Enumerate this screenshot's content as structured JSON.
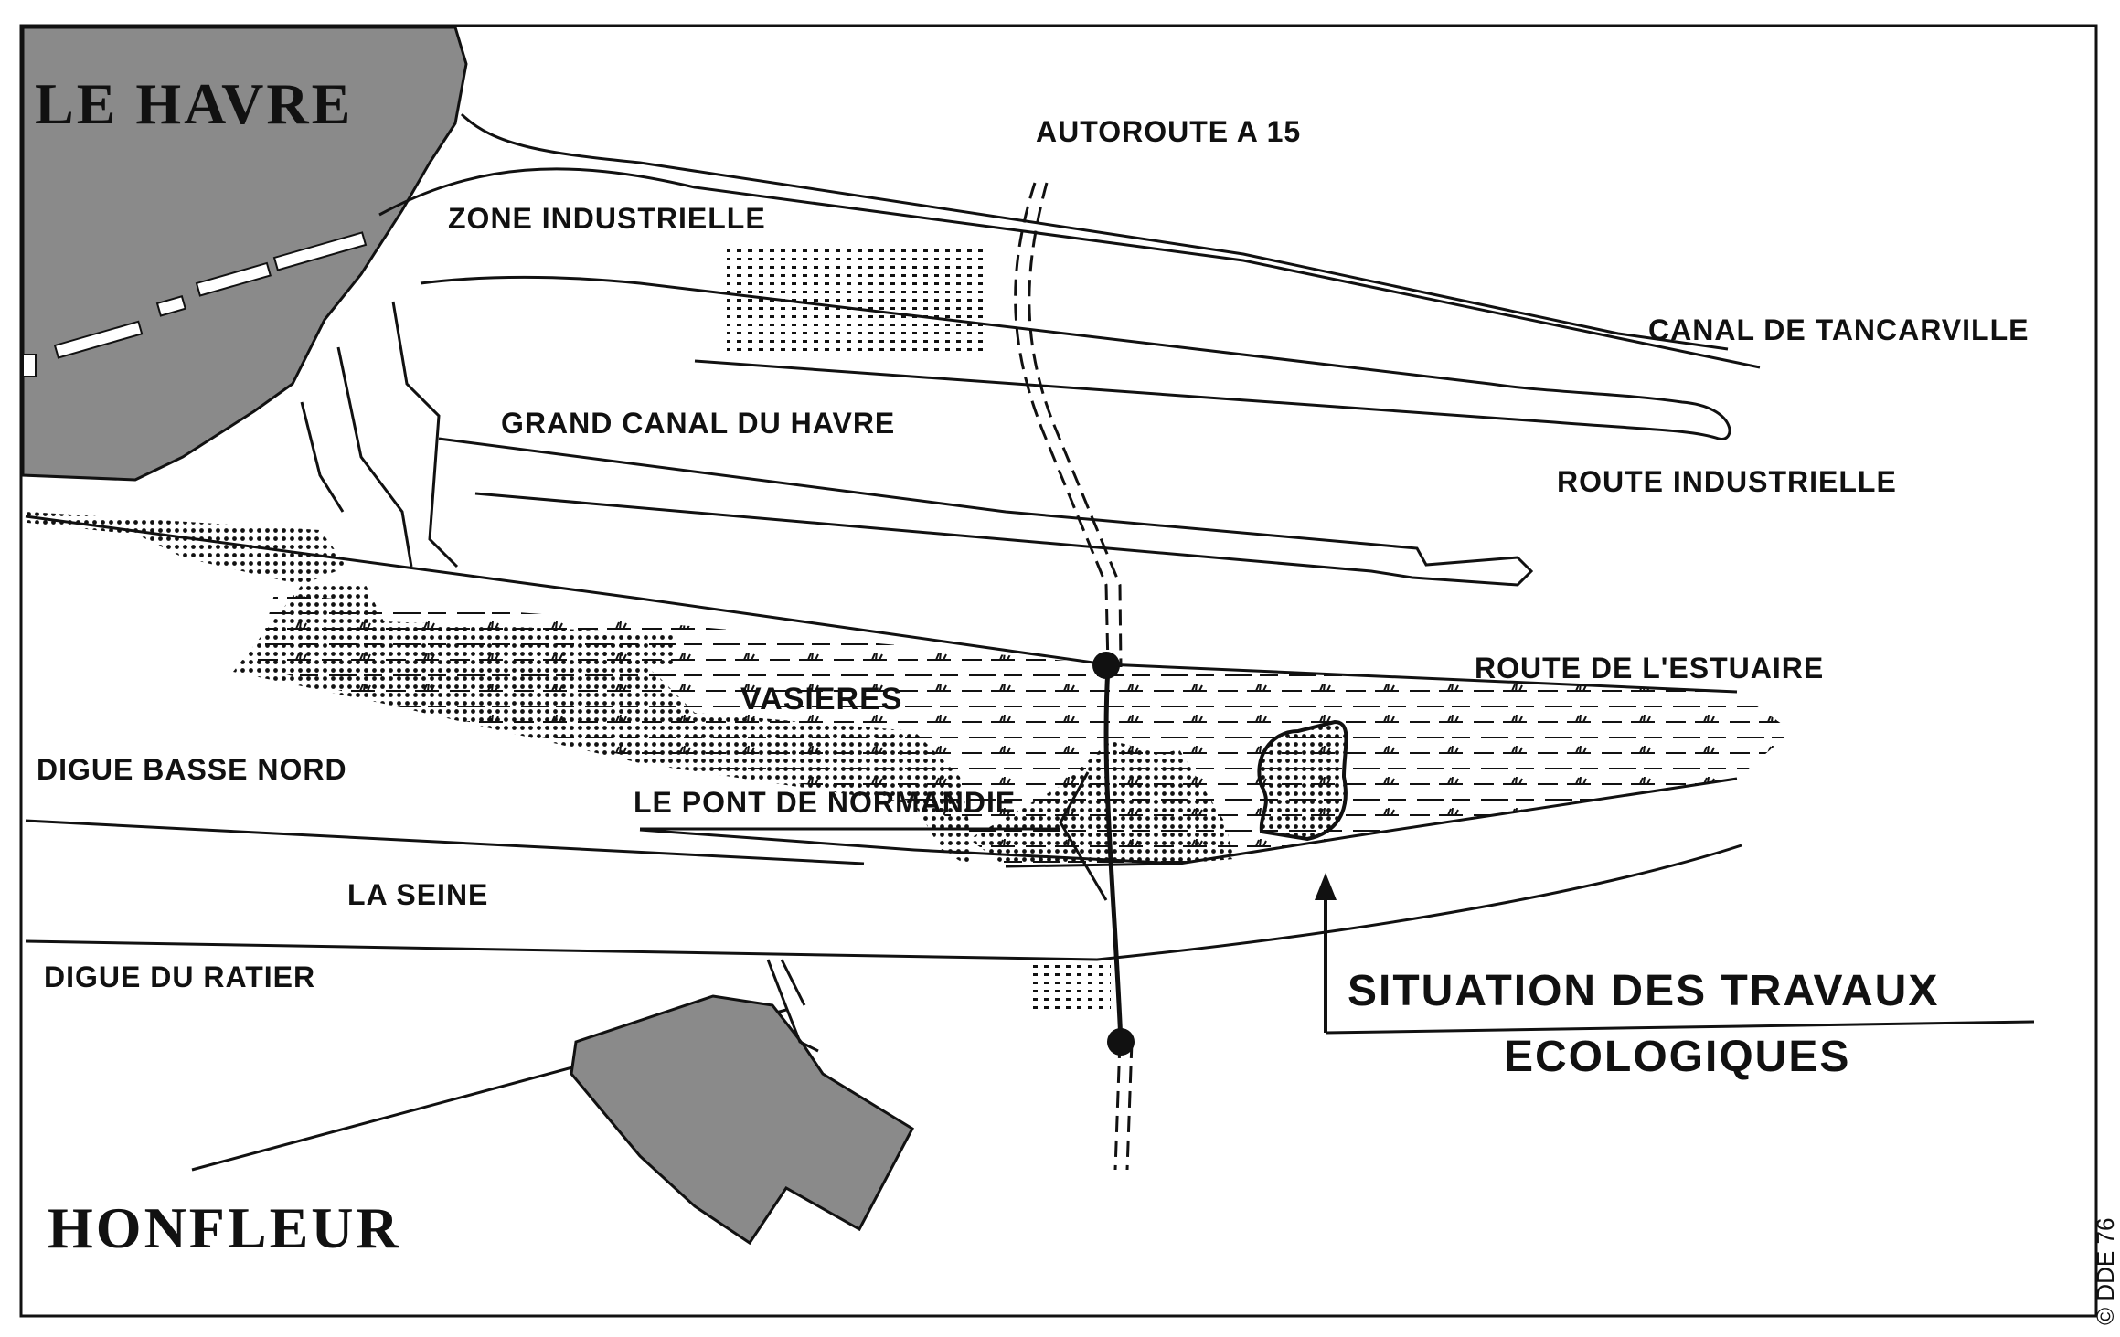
{
  "cities": {
    "le_havre": "LE HAVRE",
    "honfleur": "HONFLEUR"
  },
  "labels": {
    "autoroute": "AUTOROUTE A 15",
    "zone_industrielle": "ZONE INDUSTRIELLE",
    "canal_tancarville": "CANAL DE TANCARVILLE",
    "grand_canal": "GRAND CANAL DU HAVRE",
    "route_industrielle": "ROUTE INDUSTRIELLE",
    "route_estuaire": "ROUTE DE L'ESTUAIRE",
    "vasieres": "VASIERES",
    "digue_basse_nord": "DIGUE BASSE NORD",
    "pont_normandie": "LE PONT DE NORMANDIE",
    "la_seine": "LA SEINE",
    "digue_ratier": "DIGUE DU RATIER"
  },
  "title": {
    "line1": "SITUATION DES TRAVAUX",
    "line2": "ECOLOGIQUES"
  },
  "credit": "© DDE 76",
  "colors": {
    "ink": "#111111",
    "urban_fill": "#8a8a8a",
    "paper": "#ffffff"
  },
  "icons": {
    "marsh": "marsh-tuft-pattern",
    "stipple": "dot-stipple-pattern",
    "arrow": "up-arrow-icon"
  }
}
